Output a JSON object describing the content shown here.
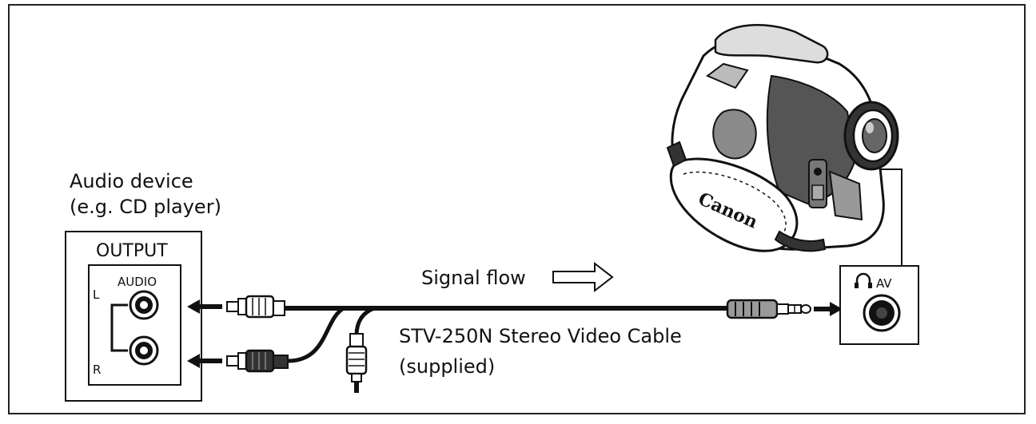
{
  "device": {
    "title_line1": "Audio device",
    "title_line2": "(e.g. CD player)",
    "output_label": "OUTPUT",
    "audio_label": "AUDIO",
    "left_label": "L",
    "right_label": "R"
  },
  "camcorder": {
    "brand": "Canon",
    "jack_label": "AV"
  },
  "signal": {
    "label": "Signal flow"
  },
  "cable": {
    "name_line1": "STV-250N Stereo Video Cable",
    "name_line2": "(supplied)"
  },
  "colors": {
    "ink": "#111111",
    "background": "#ffffff",
    "plug_gray": "#9a9a9a"
  }
}
